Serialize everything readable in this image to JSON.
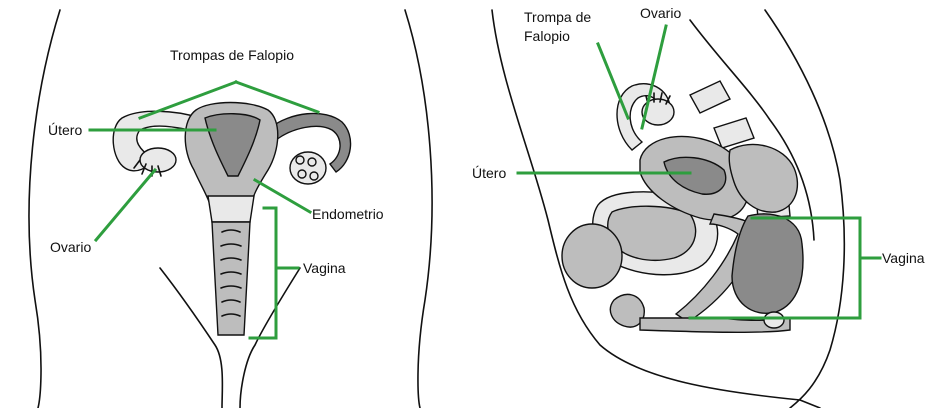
{
  "front_view": {
    "labels": {
      "fallopian_tubes": "Trompas de Falopio",
      "uterus": "Útero",
      "ovary": "Ovario",
      "endometrium": "Endometrio",
      "vagina": "Vagina"
    }
  },
  "side_view": {
    "labels": {
      "fallopian_tube_line1": "Trompa de",
      "fallopian_tube_line2": "Falopio",
      "ovary": "Ovario",
      "uterus": "Útero",
      "vagina": "Vagina"
    }
  },
  "colors": {
    "leader_lines": "#2e9e3e",
    "tissue_light": "#e9e9e9",
    "tissue_mid": "#bdbdbd",
    "tissue_dark": "#8a8a8a",
    "outline": "#111111"
  }
}
